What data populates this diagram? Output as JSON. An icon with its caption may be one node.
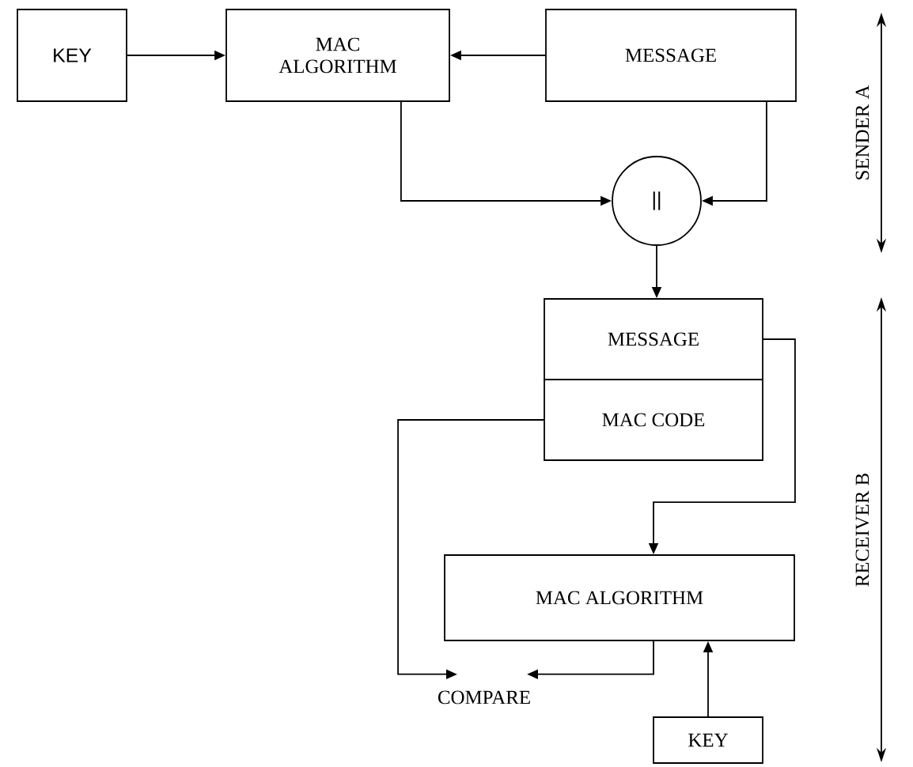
{
  "diagram": {
    "nodes": [
      {
        "text": [
          "KEY"
        ]
      },
      {
        "text": [
          "MAC ALGORITHM"
        ]
      },
      {
        "text": [
          "MESSAGE"
        ]
      },
      {
        "text": [
          "||"
        ]
      },
      {
        "text": [
          "MESSAGE"
        ]
      },
      {
        "text": [
          "MAC CODE"
        ]
      },
      {
        "text": [
          "MAC ALGORITHM"
        ]
      },
      {
        "text": [
          "COMPARE"
        ]
      },
      {
        "text": [
          "KEY"
        ]
      }
    ],
    "edges": [
      {
        "from": 0,
        "to": 1,
        "arrow": "to"
      },
      {
        "from": 2,
        "to": 1,
        "arrow": "to"
      },
      {
        "from": 1,
        "to": 3,
        "arrow": "to"
      },
      {
        "from": 2,
        "to": 3,
        "arrow": "to"
      },
      {
        "from": 3,
        "to": 4,
        "arrow": "to"
      },
      {
        "from": 4,
        "to": 6,
        "arrow": "to"
      },
      {
        "from": 5,
        "to": 7,
        "arrow": "to"
      },
      {
        "from": 6,
        "to": 7,
        "arrow": "to"
      },
      {
        "from": 8,
        "to": 6,
        "arrow": "to"
      }
    ],
    "labels": [
      "SENDER A",
      "RECEIVER B"
    ]
  }
}
